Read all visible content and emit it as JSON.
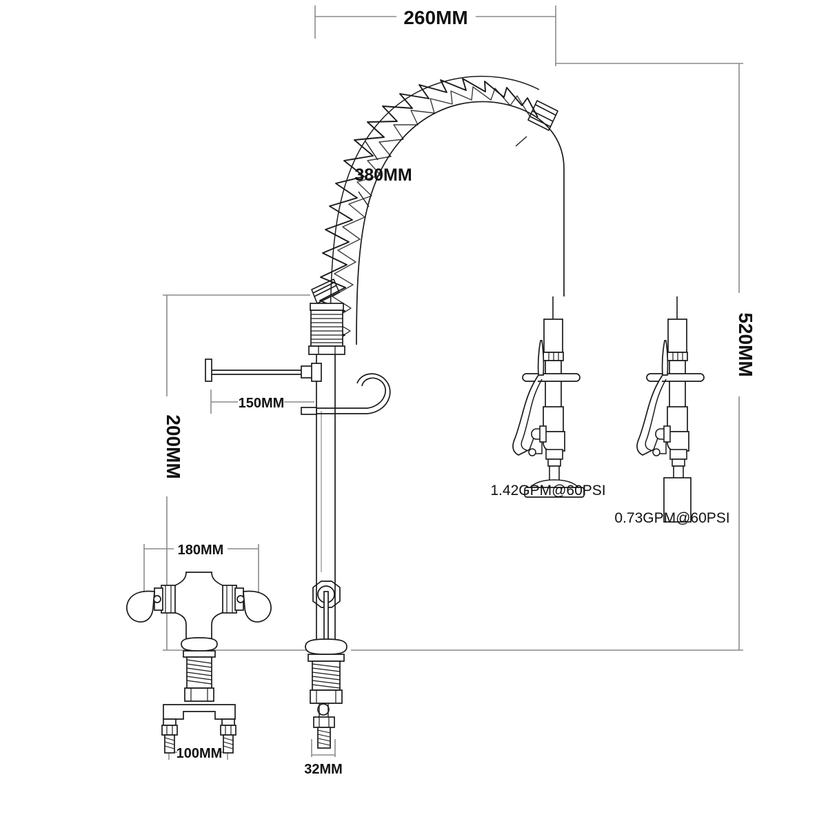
{
  "drawing": {
    "title": "Pre-Rinse Faucet Technical Dimension Drawing",
    "units": "MM",
    "line_color": "#1a1a1a",
    "dim_line_color": "#8a8a8a",
    "background": "#ffffff"
  },
  "dimensions": {
    "overall_width": {
      "label": "260MM",
      "value": 260,
      "orientation": "horizontal"
    },
    "hose_height": {
      "label": "380MM",
      "value": 380,
      "orientation": "leader"
    },
    "overall_height": {
      "label": "520MM",
      "value": 520,
      "orientation": "vertical"
    },
    "riser_height": {
      "label": "200MM",
      "value": 200,
      "orientation": "vertical"
    },
    "wall_bracket_reach": {
      "label": "150MM",
      "value": 150,
      "orientation": "horizontal"
    },
    "valve_body_width": {
      "label": "180MM",
      "value": 180,
      "orientation": "horizontal"
    },
    "mount_centers": {
      "label": "100MM",
      "value": 100,
      "orientation": "horizontal"
    },
    "shank_spacing": {
      "label": "32MM",
      "value": 32,
      "orientation": "horizontal"
    }
  },
  "callouts": {
    "spray_head_wide": {
      "label": "1.42GPM@60PSI",
      "flow_gpm": 1.42,
      "pressure_psi": 60
    },
    "spray_head_narrow": {
      "label": "0.73GPM@60PSI",
      "flow_gpm": 0.73,
      "pressure_psi": 60
    }
  },
  "components": {
    "spring_coil": "spring-coil-hose",
    "riser_tube": "riser-tube",
    "wall_bracket": "wall-bracket",
    "hose_hook": "hose-hook",
    "base_valve": "base-valve-assembly",
    "lever_handle_left": "lever-handle-left",
    "lever_handle_right": "lever-handle-right",
    "spray_gun_a": "spray-gun-wide-nozzle",
    "spray_gun_b": "spray-gun-narrow-nozzle"
  }
}
